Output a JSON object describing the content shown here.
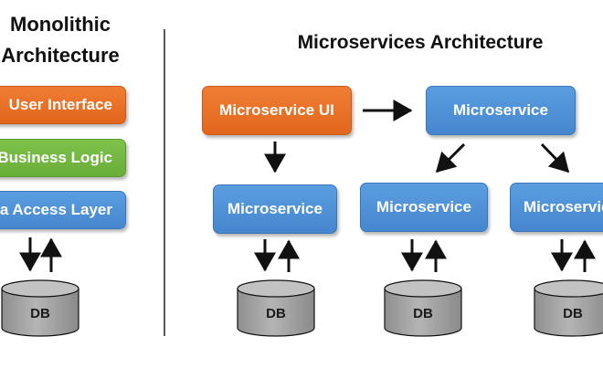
{
  "monolithic": {
    "title_line1": "Monolithic",
    "title_line2": "Architecture",
    "layers": [
      "User Interface",
      "Business Logic",
      "Data Access Layer"
    ],
    "db_label": "DB"
  },
  "microservices": {
    "title": "Microservices Architecture",
    "ui_label": "Microservice UI",
    "gateway_label": "Microservice",
    "service_labels": [
      "Microservice",
      "Microservice",
      "Microservice"
    ],
    "db_labels": [
      "DB",
      "DB",
      "DB"
    ]
  },
  "colors": {
    "orange": "#e8712a",
    "green": "#74b843",
    "blue": "#4f90d8",
    "db_gray": "#a8a8a8"
  }
}
